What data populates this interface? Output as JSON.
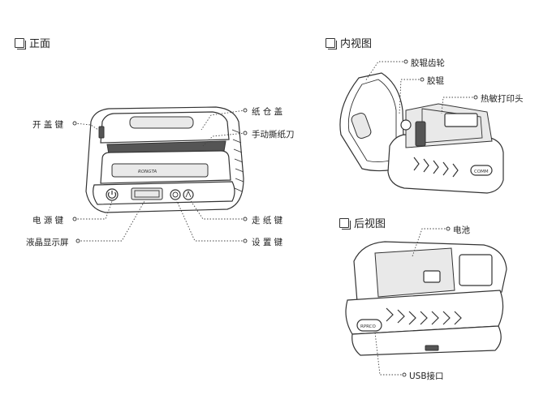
{
  "front": {
    "title": "正面",
    "labels": {
      "open_cover_key": "开 盖 键",
      "paper_cover": "纸 仓 盖",
      "manual_tear_knife": "手动撕纸刀",
      "power_key": "电 源 键",
      "feed_key": "走 纸 键",
      "lcd": "液晶显示屏",
      "settings_key": "设 置 键"
    },
    "brand": "RONGTA"
  },
  "inner": {
    "title": "内视图",
    "labels": {
      "roller_gear": "胶辊齿轮",
      "roller": "胶辊",
      "thermal_head": "热敏打印头"
    },
    "badge": "COMM"
  },
  "back": {
    "title": "后视图",
    "labels": {
      "battery": "电池",
      "usb_port": "USB接口"
    },
    "badge": "RPRCO"
  }
}
